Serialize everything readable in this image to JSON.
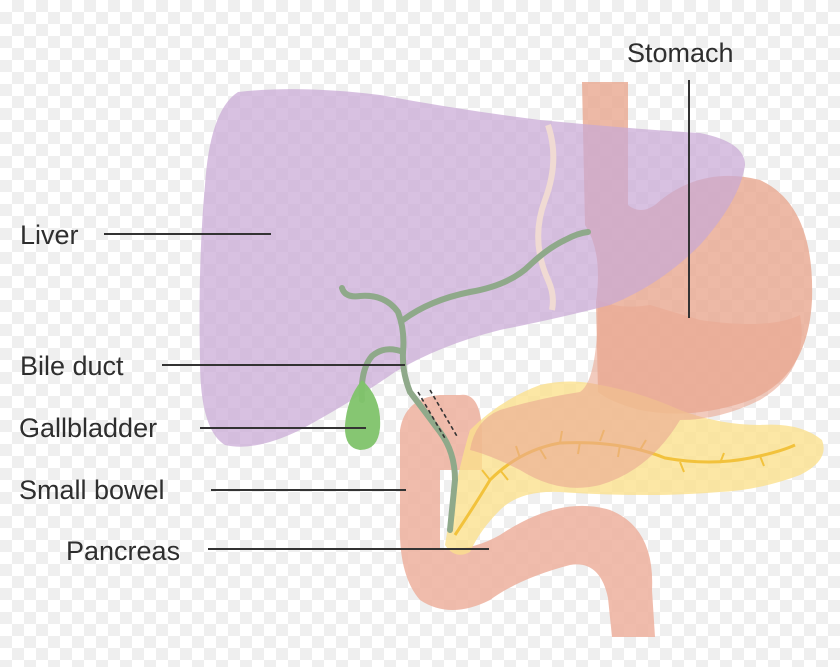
{
  "labels": {
    "stomach": "Stomach",
    "liver": "Liver",
    "bile_duct": "Bile duct",
    "gallbladder": "Gallbladder",
    "small_bowel": "Small bowel",
    "pancreas": "Pancreas"
  },
  "colors": {
    "liver": "#c9a9d6",
    "stomach": "#e9a993",
    "small_bowel": "#eeb3a0",
    "pancreas": "#fbe08c",
    "pancreas_duct": "#f2c23c",
    "bile_duct": "#8fa98a",
    "gallbladder": "#7fc36a",
    "ligament": "#f3ddd2"
  }
}
